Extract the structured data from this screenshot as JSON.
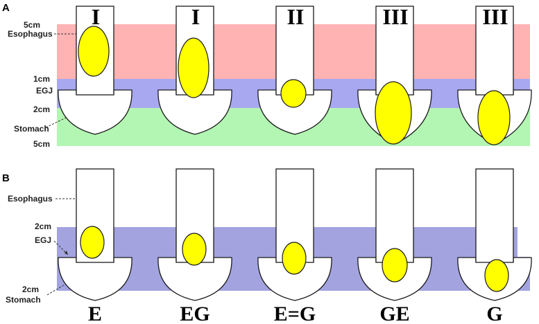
{
  "panel_a": {
    "panel_label": "A",
    "zone_colors": {
      "esophagus": "#ffb3b3",
      "egj": "#a8a8f0",
      "stomach": "#b3f5b3"
    },
    "labels": {
      "mark_5cm_top": "5cm",
      "esophagus": "Esophagus",
      "mark_1cm": "1cm",
      "egj": "EGJ",
      "mark_2cm": "2cm",
      "stomach": "Stomach",
      "mark_5cm_bottom": "5cm"
    },
    "columns": [
      {
        "roman": "I"
      },
      {
        "roman": "I"
      },
      {
        "roman": "II"
      },
      {
        "roman": "III"
      },
      {
        "roman": "III"
      }
    ]
  },
  "panel_b": {
    "panel_label": "B",
    "zone_color": "#a3a3e0",
    "labels": {
      "esophagus": "Esophagus",
      "mark_2cm_top": "2cm",
      "egj": "EGJ",
      "mark_2cm_bottom": "2cm",
      "stomach": "Stomach"
    },
    "columns": [
      {
        "class_label": "E"
      },
      {
        "class_label": "EG"
      },
      {
        "class_label": "E=G"
      },
      {
        "class_label": "GE"
      },
      {
        "class_label": "G"
      }
    ]
  },
  "colors": {
    "tumor": "#ffff00",
    "outline": "#1a1a1a"
  }
}
